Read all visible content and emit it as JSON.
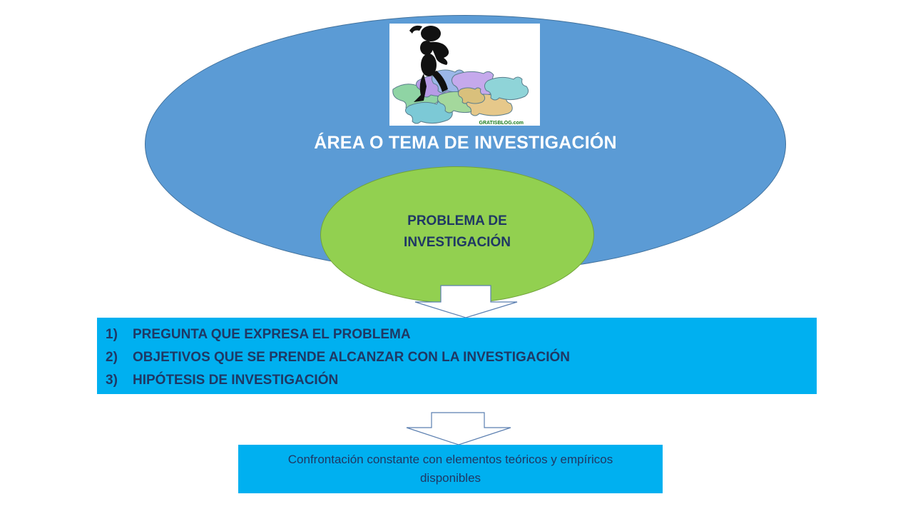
{
  "topic": {
    "title": "ÁREA O TEMA DE INVESTIGACIÓN",
    "image_watermark": "GRATISBLOG.com"
  },
  "problem": {
    "line1": "PROBLEMA DE",
    "line2": "INVESTIGACIÓN"
  },
  "components": [
    {
      "number": "1)",
      "text": "PREGUNTA QUE EXPRESA EL PROBLEMA"
    },
    {
      "number": "2)",
      "text": "OBJETIVOS QUE SE PRENDE ALCANZAR CON LA INVESTIGACIÓN"
    },
    {
      "number": "3)",
      "text": "HIPÓTESIS DE INVESTIGACIÓN"
    }
  ],
  "confrontation": {
    "text": "Confrontación constante con elementos teóricos y empíricos disponibles"
  },
  "colors": {
    "ellipse_blue": "#5b9bd5",
    "ellipse_green": "#92d050",
    "box_cyan": "#00b0f0",
    "text_dark": "#1f3864"
  }
}
